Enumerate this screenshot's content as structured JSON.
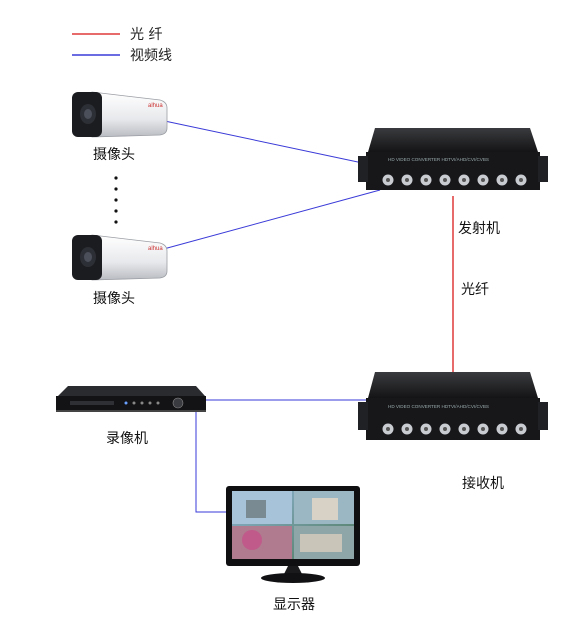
{
  "legend": {
    "fiber": {
      "label": "光  纤",
      "color": "#e03a3a"
    },
    "video": {
      "label": "视频线",
      "color": "#3a3ad8"
    }
  },
  "devices": {
    "camera_top": {
      "label": "摄像头",
      "icon": "camera-icon",
      "brand": "alhua"
    },
    "camera_bottom": {
      "label": "摄像头",
      "icon": "camera-icon",
      "brand": "alhua"
    },
    "transmitter": {
      "label": "发射机",
      "icon": "fiber-converter-icon",
      "panel_text": "HD VIDEO CONVERTER HDTVI/AHD/CVI/CVBS"
    },
    "receiver": {
      "label": "接收机",
      "icon": "fiber-converter-icon",
      "panel_text": "HD VIDEO CONVERTER HDTVI/AHD/CVI/CVBS"
    },
    "recorder": {
      "label": "录像机",
      "icon": "dvr-icon"
    },
    "monitor": {
      "label": "显示器",
      "icon": "monitor-icon"
    }
  },
  "links": {
    "fiber_label": "光纤"
  },
  "colors": {
    "device_dark": "#1d1d1f",
    "bnc_silver": "#c9ccd1",
    "camera_white": "#f2f3f5"
  }
}
